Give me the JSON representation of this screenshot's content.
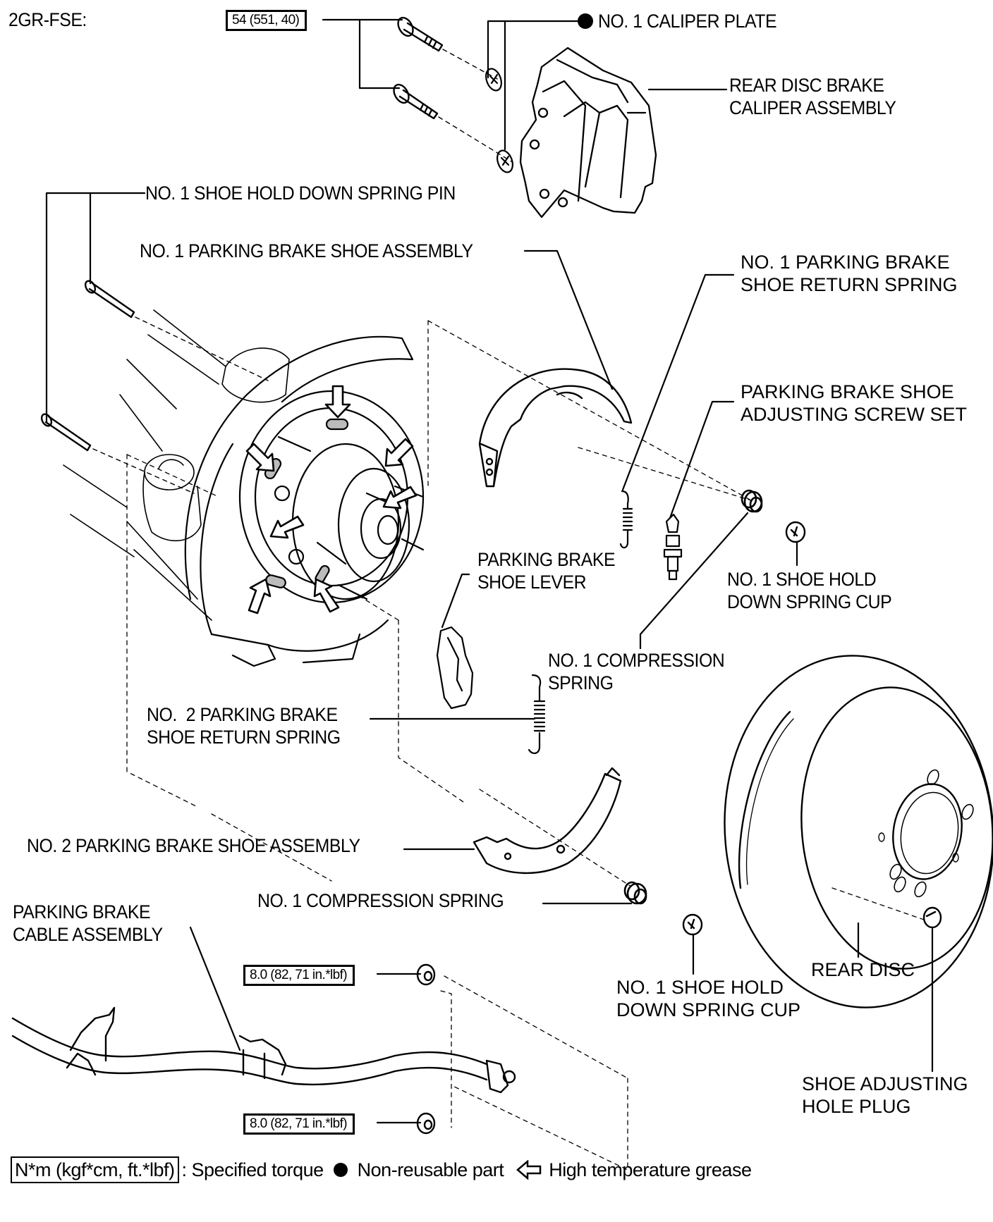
{
  "diagram": {
    "engine_label": "2GR-FSE:",
    "torque_specs": {
      "caliper_bolts": "54 (551, 40)",
      "cable_bolt_upper": "8.0 (82, 71 in.*lbf)",
      "cable_bolt_lower": "8.0 (82, 71 in.*lbf)"
    },
    "part_labels": {
      "caliper_plate": "NO. 1 CALIPER PLATE",
      "caliper_assembly": "REAR DISC BRAKE\nCALIPER ASSEMBLY",
      "hold_down_pin": "NO. 1 SHOE HOLD DOWN SPRING PIN",
      "no1_shoe_assembly": "NO. 1 PARKING BRAKE SHOE ASSEMBLY",
      "no1_return_spring": "NO. 1 PARKING BRAKE\nSHOE RETURN SPRING",
      "adjusting_screw_set": "PARKING BRAKE SHOE\nADJUSTING SCREW SET",
      "shoe_lever": "PARKING BRAKE\nSHOE LEVER",
      "hold_down_cup_upper": "NO. 1 SHOE HOLD\nDOWN SPRING CUP",
      "compression_spring_upper": "NO. 1 COMPRESSION\nSPRING",
      "no2_return_spring": "NO.  2 PARKING BRAKE\nSHOE RETURN SPRING",
      "no2_shoe_assembly": "NO. 2 PARKING BRAKE SHOE ASSEMBLY",
      "compression_spring_lower": "NO. 1 COMPRESSION SPRING",
      "cable_assembly": "PARKING BRAKE\nCABLE ASSEMBLY",
      "hold_down_cup_lower": "NO. 1 SHOE HOLD\nDOWN SPRING CUP",
      "rear_disc": "REAR DISC",
      "adjusting_hole_plug": "SHOE ADJUSTING\nHOLE PLUG"
    },
    "legend": {
      "torque_unit": "N*m (kgf*cm, ft.*lbf)",
      "torque_desc": ": Specified torque",
      "non_reusable_icon": "filled-circle-icon",
      "non_reusable_desc": "Non-reusable part",
      "grease_icon": "hollow-arrow-left-icon",
      "grease_desc": "High temperature grease"
    }
  }
}
